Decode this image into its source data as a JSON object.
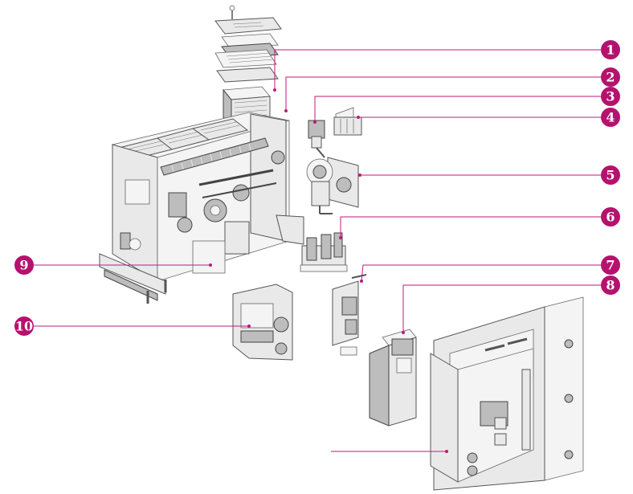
{
  "colors": {
    "leader": "#c2187a",
    "badge": "#b5126e",
    "badge_text": "#ffffff",
    "part_stroke": "#555555"
  },
  "callouts": [
    {
      "label": "1"
    },
    {
      "label": "2"
    },
    {
      "label": "3"
    },
    {
      "label": "4"
    },
    {
      "label": "5"
    },
    {
      "label": "6"
    },
    {
      "label": "7"
    },
    {
      "label": "8"
    },
    {
      "label": "9"
    },
    {
      "label": "10"
    }
  ]
}
